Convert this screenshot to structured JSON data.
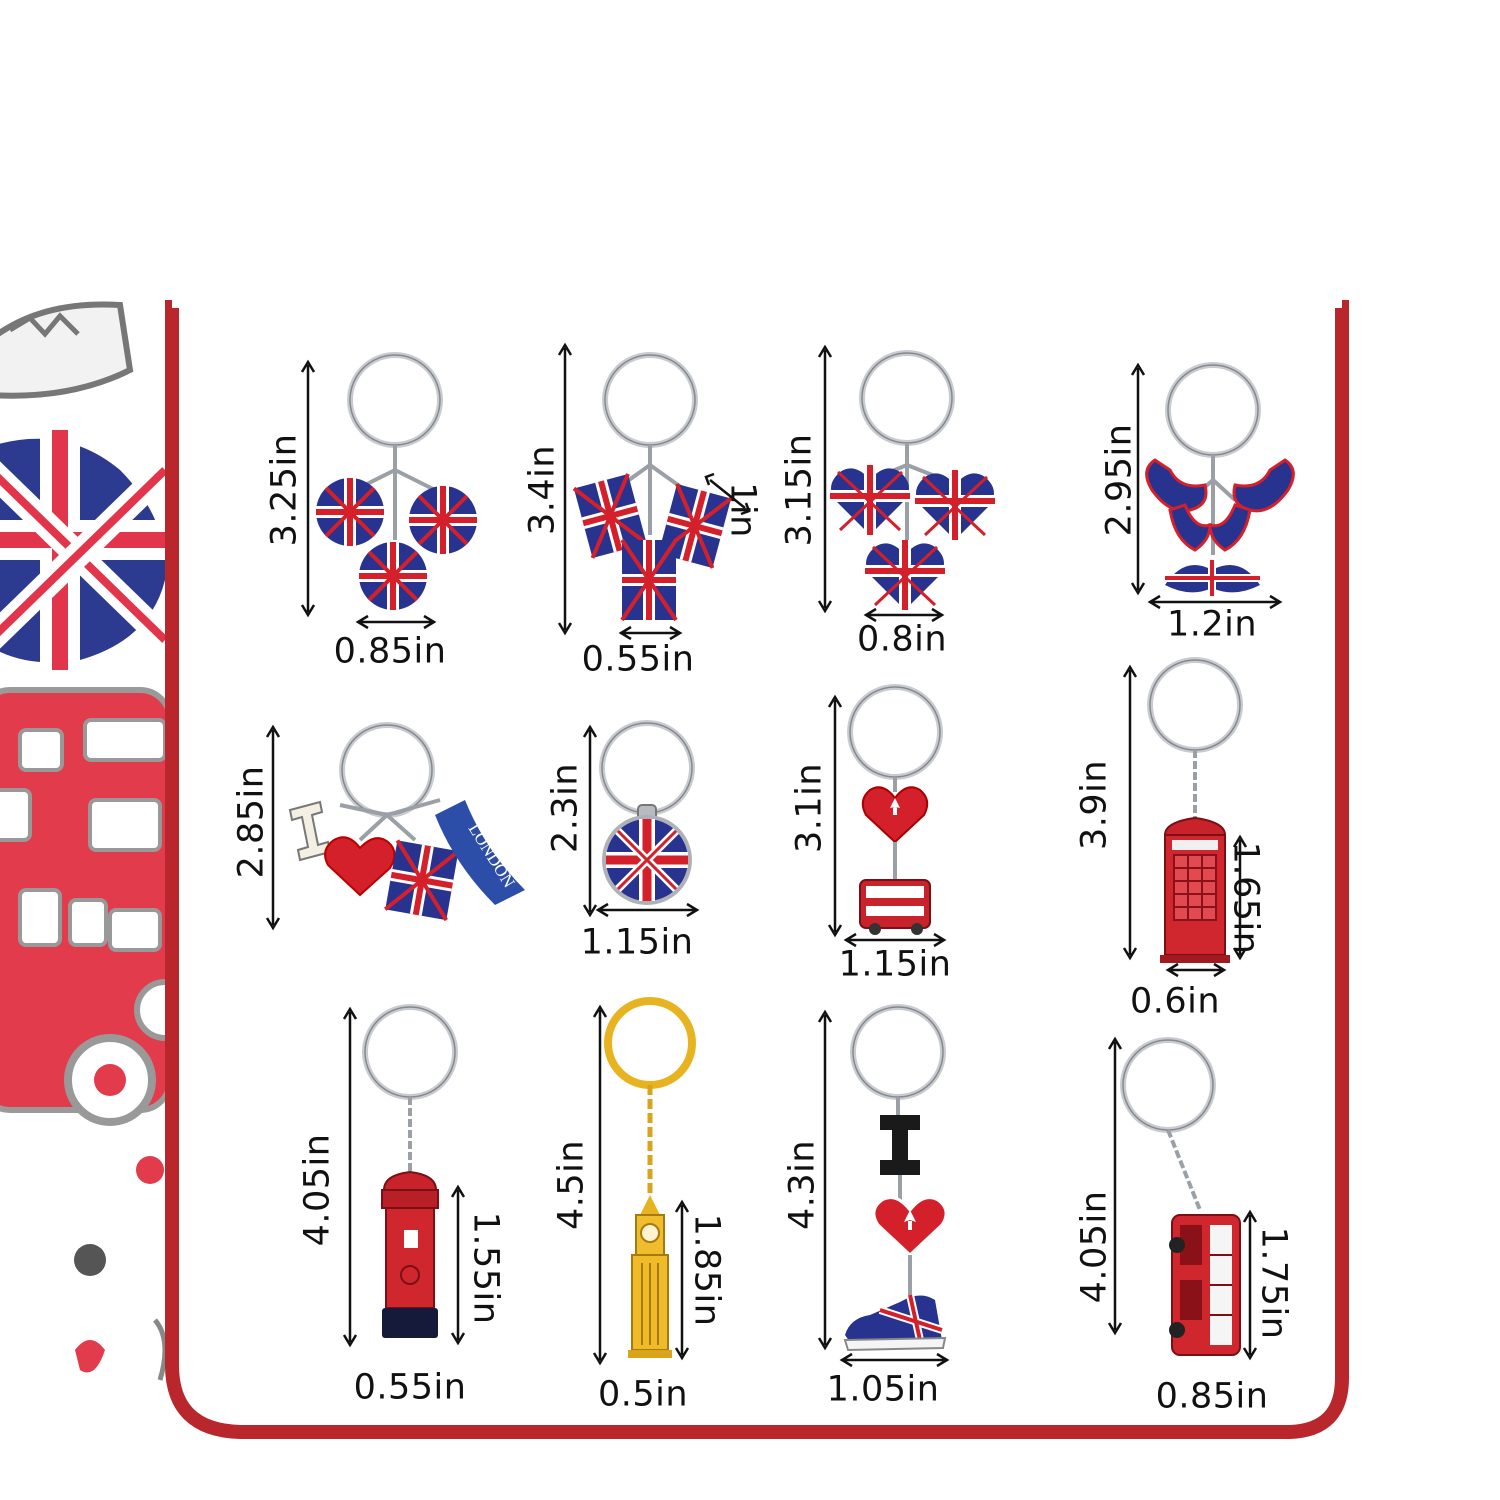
{
  "theme": {
    "card_border": "#b9262c",
    "flag_blue": "#27338f",
    "flag_red": "#d4202a",
    "silver": "#c8ccd2",
    "gold": "#e8b321",
    "text": "#111111"
  },
  "keychains": [
    {
      "id": "round-flags",
      "icon": "round-flag-charms-icon",
      "height_label": "3.25in",
      "width_label": "0.85in"
    },
    {
      "id": "rect-flags",
      "icon": "rectangle-flag-charms-icon",
      "height_label": "3.4in",
      "width_label": "0.55in",
      "charm_label": "1in"
    },
    {
      "id": "heart-flags",
      "icon": "heart-flag-charms-icon",
      "height_label": "3.15in",
      "width_label": "0.8in"
    },
    {
      "id": "moustache",
      "icon": "moustache-flag-charms-icon",
      "height_label": "2.95in",
      "width_label": "1.2in"
    },
    {
      "id": "i-love-london",
      "icon": "i-love-london-charms-icon",
      "height_label": "2.85in",
      "charm_text": "LONDON"
    },
    {
      "id": "dome-flag",
      "icon": "dome-flag-pendant-icon",
      "height_label": "2.3in",
      "width_label": "1.15in"
    },
    {
      "id": "heart-bus",
      "icon": "heart-bus-charms-icon",
      "height_label": "3.1in",
      "width_label": "1.15in"
    },
    {
      "id": "phone-box",
      "icon": "telephone-box-icon",
      "height_label": "3.9in",
      "width_label": "0.6in",
      "charm_label": "1.65in"
    },
    {
      "id": "postbox",
      "icon": "postbox-icon",
      "height_label": "4.05in",
      "width_label": "0.55in",
      "charm_label": "1.55in"
    },
    {
      "id": "big-ben",
      "icon": "big-ben-icon",
      "height_label": "4.5in",
      "width_label": "0.5in",
      "charm_label": "1.85in"
    },
    {
      "id": "i-heart-shoe",
      "icon": "i-heart-shoe-charms-icon",
      "height_label": "4.3in",
      "width_label": "1.05in"
    },
    {
      "id": "bus",
      "icon": "double-decker-bus-icon",
      "height_label": "4.05in",
      "width_label": "0.85in",
      "charm_label": "1.75in"
    }
  ]
}
